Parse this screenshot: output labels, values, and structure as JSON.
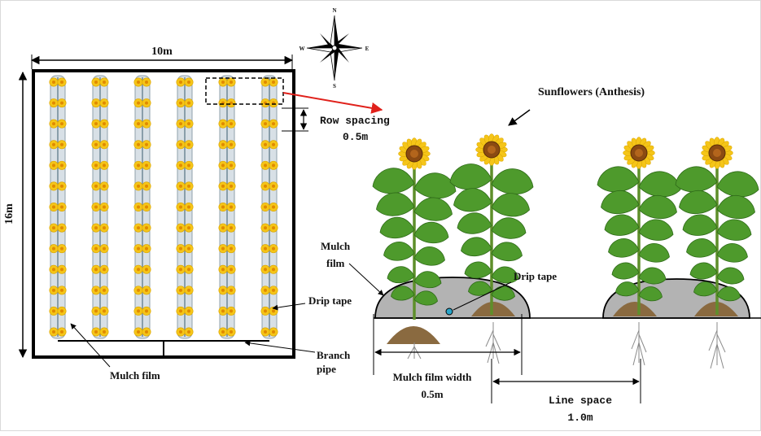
{
  "plan": {
    "width_label": "10m",
    "height_label": "16m",
    "compass": {
      "n": "N",
      "e": "E",
      "s": "S",
      "w": "W"
    },
    "row_spacing_label": "Row spacing",
    "row_spacing_value": "0.5m",
    "drip_tape_label": "Drip tape",
    "branch_pipe_label_1": "Branch",
    "branch_pipe_label_2": "pipe",
    "mulch_film_label": "Mulch film",
    "rows": 6,
    "plants_per_row": 13
  },
  "section": {
    "title": "Sunflowers (Anthesis)",
    "mulch_film_label_1": "Mulch",
    "mulch_film_label_2": "film",
    "drip_tape_label": "Drip tape",
    "mulch_width_label": "Mulch film width",
    "mulch_width_value": "0.5m",
    "line_space_label": "Line space",
    "line_space_value": "1.0m"
  },
  "colors": {
    "frame": "#000000",
    "petal": "#f5c518",
    "center": "#8b4a12",
    "leaf": "#4e9a2c",
    "stem": "#5e8f2a",
    "film": "#8f8f8f",
    "soil": "#8a6a40",
    "tube": "#c7d3dc",
    "arrow_red": "#e0211b"
  }
}
